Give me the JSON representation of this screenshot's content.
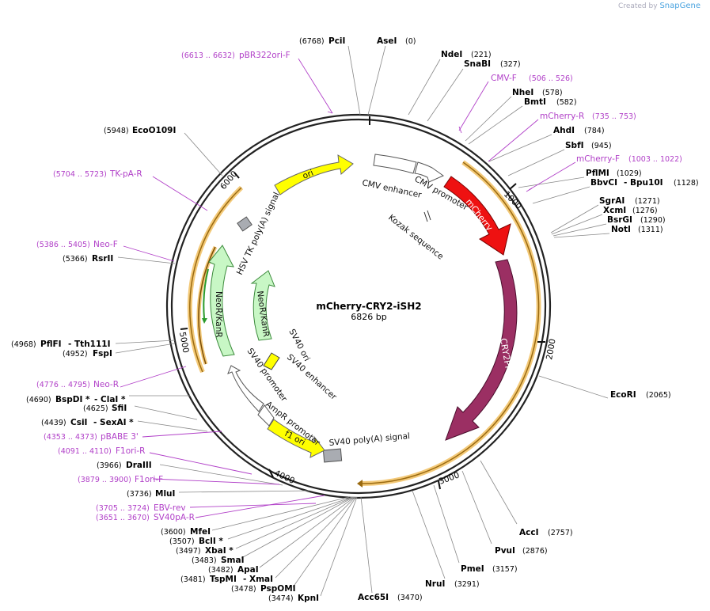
{
  "watermark": {
    "prefix": "Created by",
    "brand": "SnapGene"
  },
  "plasmid": {
    "name": "mCherry-CRY2-iSH2",
    "length": "6826 bp",
    "bp": 6826
  },
  "ticks": [
    "1000",
    "2000",
    "3000",
    "4000",
    "5000",
    "6000"
  ],
  "features": {
    "cmv_enhancer": "CMV enhancer",
    "cmv_promoter": "CMV promoter",
    "kozak": "Kozak sequence",
    "mcherry": "mCherry",
    "cry2phr": "CRY2PHR",
    "sv40_polya": "SV40 poly(A) signal",
    "f1_ori": "f1 ori",
    "ampr_promoter": "AmpR promoter",
    "sv40_promoter": "SV40 promoter",
    "sv40_enhancer": "SV40 enhancer",
    "sv40_ori": "SV40 ori",
    "neokanr_outer": "NeoR/KanR",
    "neokanr_inner": "NeoR/KanR",
    "hsv_tk_polya": "HSV TK poly(A) signal",
    "ori": "ori"
  },
  "enzymes_right": [
    {
      "name": "AseI",
      "pos": "(0)"
    },
    {
      "name": "NdeI",
      "pos": "(221)"
    },
    {
      "name": "SnaBI",
      "pos": "(327)"
    },
    {
      "name": "NheI",
      "pos": "(578)"
    },
    {
      "name": "BmtI",
      "pos": "(582)"
    },
    {
      "name": "AhdI",
      "pos": "(784)"
    },
    {
      "name": "SbfI",
      "pos": "(945)"
    },
    {
      "name": "PflMI",
      "pos": "(1029)"
    },
    {
      "name": "BbvCI",
      "pos": "- Bpu10I",
      "pos2": "(1128)"
    },
    {
      "name": "SgrAI",
      "pos": "(1271)"
    },
    {
      "name": "XcmI",
      "pos": "(1276)"
    },
    {
      "name": "BsrGI",
      "pos": "(1290)"
    },
    {
      "name": "NotI",
      "pos": "(1311)"
    },
    {
      "name": "EcoRI",
      "pos": "(2065)"
    },
    {
      "name": "AccI",
      "pos": "(2757)"
    },
    {
      "name": "PvuI",
      "pos": "(2876)"
    },
    {
      "name": "PmeI",
      "pos": "(3157)"
    },
    {
      "name": "NruI",
      "pos": "(3291)"
    },
    {
      "name": "Acc65I",
      "pos": "(3470)"
    }
  ],
  "enzymes_left": [
    {
      "name": "PciI",
      "pos": "(6768)"
    },
    {
      "name": "EcoO109I",
      "pos": "(5948)"
    },
    {
      "name": "RsrII",
      "pos": "(5366)"
    },
    {
      "name": "PflFI",
      "pos": "(4968)",
      "extra": "- Tth111I"
    },
    {
      "name": "FspI",
      "pos": "(4952)"
    },
    {
      "name": "BspDI *",
      "pos": "(4690)",
      "extra": "- ClaI *"
    },
    {
      "name": "SfiI",
      "pos": "(4625)"
    },
    {
      "name": "CsiI",
      "pos": "(4439)",
      "extra": "- SexAI *"
    },
    {
      "name": "DraIII",
      "pos": "(3966)"
    },
    {
      "name": "MluI",
      "pos": "(3736)"
    },
    {
      "name": "MfeI",
      "pos": "(3600)"
    },
    {
      "name": "BclI *",
      "pos": "(3507)"
    },
    {
      "name": "XbaI *",
      "pos": "(3497)"
    },
    {
      "name": "SmaI",
      "pos": "(3483)"
    },
    {
      "name": "ApaI",
      "pos": "(3482)"
    },
    {
      "name": "TspMI",
      "pos": "(3481)",
      "extra": "- XmaI"
    },
    {
      "name": "PspOMI",
      "pos": "(3478)"
    },
    {
      "name": "KpnI",
      "pos": "(3474)"
    }
  ],
  "primers": [
    {
      "name": "pBR322ori-F",
      "range": "(6613 .. 6632)"
    },
    {
      "name": "CMV-F",
      "range": "(506 .. 526)"
    },
    {
      "name": "mCherry-R",
      "range": "(735 .. 753)"
    },
    {
      "name": "mCherry-F",
      "range": "(1003 .. 1022)"
    },
    {
      "name": "TK-pA-R",
      "range": "(5704 .. 5723)"
    },
    {
      "name": "Neo-F",
      "range": "(5386 .. 5405)"
    },
    {
      "name": "Neo-R",
      "range": "(4776 .. 4795)"
    },
    {
      "name": "pBABE 3'",
      "range": "(4353 .. 4373)"
    },
    {
      "name": "F1ori-R",
      "range": "(4091 .. 4110)"
    },
    {
      "name": "F1ori-F",
      "range": "(3879 .. 3900)"
    },
    {
      "name": "EBV-rev",
      "range": "(3705 .. 3724)"
    },
    {
      "name": "SV40pA-R",
      "range": "(3651 .. 3670)"
    }
  ],
  "colors": {
    "mcherry": "#ee1111",
    "cry2phr": "#9b2f63",
    "ori": "#ffff00",
    "neo": "#c8f7c5",
    "primer": "#b140c8",
    "orf": "#f3c978",
    "backbone": "#222222"
  }
}
